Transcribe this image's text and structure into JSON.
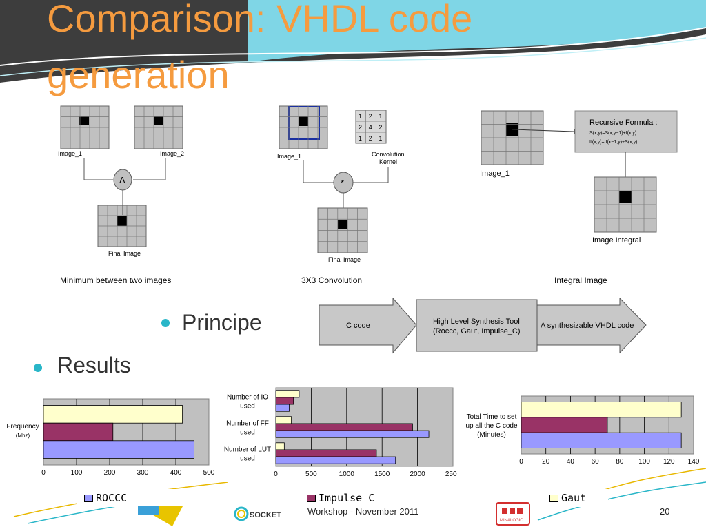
{
  "slide": {
    "title": "Comparison: VHDL code\ngeneration",
    "page_number": "20",
    "footer_text": "Workshop - November 2011",
    "accent_color": "#f59b3f",
    "bullet_color": "#29b6c8"
  },
  "figures": {
    "min": {
      "caption": "Minimum between two images",
      "image1": "Image_1",
      "image2": "Image_2",
      "operator": "Λ",
      "final": "Final Image"
    },
    "conv": {
      "caption": "3X3 Convolution",
      "image1": "Image_1",
      "kernel_label_1": "Convolution",
      "kernel_label_2": "Kernel",
      "kernel": [
        "1",
        "2",
        "1",
        "2",
        "4",
        "2",
        "1",
        "2",
        "1"
      ],
      "operator": "*",
      "final": "Final Image"
    },
    "integral": {
      "caption": "Integral Image",
      "image1": "Image_1",
      "formula_title": "Recursive Formula :",
      "formula_line1": "S(x,y)=S(x,y−1)+I(x,y)",
      "formula_line2": "II(x,y)=II(x−1,y)+S(x,y)",
      "final": "Image Integral"
    }
  },
  "bullets": {
    "principe": "Principe",
    "results": "Results"
  },
  "flow": {
    "input": "C code",
    "tool_line1": "High Level Synthesis Tool",
    "tool_line2": "(Roccc, Gaut, Impulse_C)",
    "output": "A synthesizable VHDL code"
  },
  "legend": {
    "items": [
      "ROCCC",
      "Impulse_C",
      "Gaut"
    ],
    "colors": [
      "#9999ff",
      "#993366",
      "#ffffcc"
    ]
  },
  "chart_data": [
    {
      "type": "bar",
      "orientation": "horizontal",
      "categories": [
        "Frequency\n(Mhz)"
      ],
      "series": [
        {
          "name": "Gaut",
          "values": [
            420
          ]
        },
        {
          "name": "Impulse_C",
          "values": [
            210
          ]
        },
        {
          "name": "ROCCC",
          "values": [
            455
          ]
        }
      ],
      "xlim": [
        0,
        500
      ],
      "xticks": [
        "0",
        "100",
        "200",
        "300",
        "400",
        "500"
      ]
    },
    {
      "type": "bar",
      "orientation": "horizontal",
      "categories": [
        "Number of IO\nused",
        "Number of FF\nused",
        "Number of LUT\nused"
      ],
      "series": [
        {
          "name": "Gaut",
          "values": [
            330,
            220,
            120
          ]
        },
        {
          "name": "Impulse_C",
          "values": [
            250,
            1930,
            1420
          ]
        },
        {
          "name": "ROCCC",
          "values": [
            190,
            2160,
            1690
          ]
        }
      ],
      "xlim": [
        0,
        2500
      ],
      "xticks": [
        "0",
        "500",
        "1000",
        "1500",
        "2000",
        "2500"
      ]
    },
    {
      "type": "bar",
      "orientation": "horizontal",
      "categories": [
        "Total Time to set\nup all the C code\n(Minutes)"
      ],
      "series": [
        {
          "name": "Gaut",
          "values": [
            130
          ]
        },
        {
          "name": "Impulse_C",
          "values": [
            70
          ]
        },
        {
          "name": "ROCCC",
          "values": [
            130
          ]
        }
      ],
      "xlim": [
        0,
        140
      ],
      "xticks": [
        "0",
        "20",
        "40",
        "60",
        "80",
        "100",
        "120",
        "140"
      ]
    }
  ]
}
